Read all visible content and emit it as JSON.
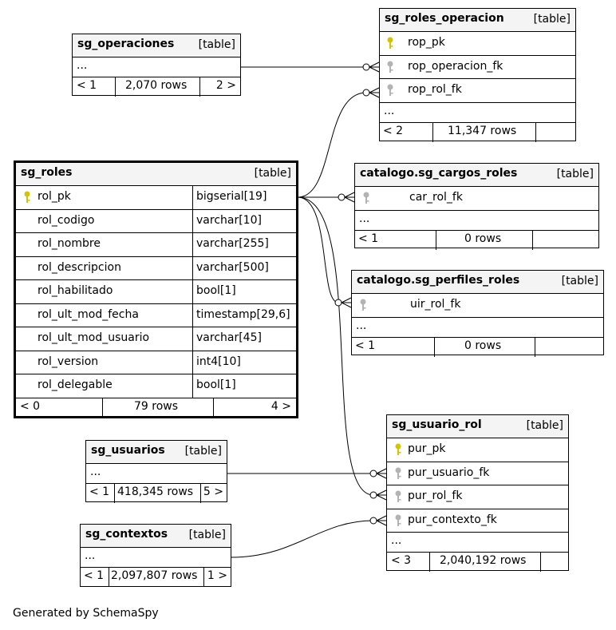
{
  "tables": {
    "sg_operaciones": {
      "name": "sg_operaciones",
      "kind": "[table]",
      "ellipsis": "...",
      "prev": "< 1",
      "rows": "2,070 rows",
      "next": "2 >"
    },
    "sg_roles_operacion": {
      "name": "sg_roles_operacion",
      "kind": "[table]",
      "columns": [
        "rop_pk",
        "rop_operacion_fk",
        "rop_rol_fk"
      ],
      "ellipsis": "...",
      "prev": "< 2",
      "rows": "11,347 rows",
      "next": ""
    },
    "sg_roles": {
      "name": "sg_roles",
      "kind": "[table]",
      "columns": [
        {
          "name": "rol_pk",
          "type": "bigserial[19]"
        },
        {
          "name": "rol_codigo",
          "type": "varchar[10]"
        },
        {
          "name": "rol_nombre",
          "type": "varchar[255]"
        },
        {
          "name": "rol_descripcion",
          "type": "varchar[500]"
        },
        {
          "name": "rol_habilitado",
          "type": "bool[1]"
        },
        {
          "name": "rol_ult_mod_fecha",
          "type": "timestamp[29,6]"
        },
        {
          "name": "rol_ult_mod_usuario",
          "type": "varchar[45]"
        },
        {
          "name": "rol_version",
          "type": "int4[10]"
        },
        {
          "name": "rol_delegable",
          "type": "bool[1]"
        }
      ],
      "prev": "< 0",
      "rows": "79 rows",
      "next": "4 >"
    },
    "sg_cargos_roles": {
      "name": "catalogo.sg_cargos_roles",
      "kind": "[table]",
      "columns": [
        "car_rol_fk"
      ],
      "ellipsis": "...",
      "prev": "< 1",
      "rows": "0 rows",
      "next": ""
    },
    "sg_perfiles_roles": {
      "name": "catalogo.sg_perfiles_roles",
      "kind": "[table]",
      "columns": [
        "uir_rol_fk"
      ],
      "ellipsis": "...",
      "prev": "< 1",
      "rows": "0 rows",
      "next": ""
    },
    "sg_usuario_rol": {
      "name": "sg_usuario_rol",
      "kind": "[table]",
      "columns": [
        "pur_pk",
        "pur_usuario_fk",
        "pur_rol_fk",
        "pur_contexto_fk"
      ],
      "ellipsis": "...",
      "prev": "< 3",
      "rows": "2,040,192 rows",
      "next": ""
    },
    "sg_usuarios": {
      "name": "sg_usuarios",
      "kind": "[table]",
      "ellipsis": "...",
      "prev": "< 1",
      "rows": "418,345 rows",
      "next": "5 >"
    },
    "sg_contextos": {
      "name": "sg_contextos",
      "kind": "[table]",
      "ellipsis": "...",
      "prev": "< 1",
      "rows": "2,097,807 rows",
      "next": "1 >"
    }
  },
  "relationships": [
    {
      "from": "sg_operaciones",
      "to": "sg_roles_operacion.rop_operacion_fk"
    },
    {
      "from": "sg_roles.rol_pk",
      "to": "sg_roles_operacion.rop_rol_fk"
    },
    {
      "from": "sg_roles.rol_pk",
      "to": "catalogo.sg_cargos_roles.car_rol_fk"
    },
    {
      "from": "sg_roles.rol_pk",
      "to": "catalogo.sg_perfiles_roles.uir_rol_fk"
    },
    {
      "from": "sg_roles.rol_pk",
      "to": "sg_usuario_rol.pur_rol_fk"
    },
    {
      "from": "sg_usuarios",
      "to": "sg_usuario_rol.pur_usuario_fk"
    },
    {
      "from": "sg_contextos",
      "to": "sg_usuario_rol.pur_contexto_fk"
    }
  ],
  "colors": {
    "primary_key": "#d4c400",
    "foreign_key": "#b3b3b3",
    "header_bg": "#f4f4f4"
  },
  "credit": "Generated by SchemaSpy"
}
